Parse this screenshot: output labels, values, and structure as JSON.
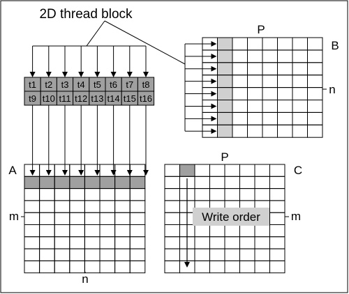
{
  "diagram": {
    "title": "2D thread block",
    "threads_row1": [
      "t1",
      "t2",
      "t3",
      "t4",
      "t5",
      "t6",
      "t7",
      "t8"
    ],
    "threads_row2": [
      "t9",
      "t10",
      "t11",
      "t12",
      "t13",
      "t14",
      "t15",
      "t16"
    ],
    "matrix_a": {
      "badge": "A",
      "side_label": "m",
      "bottom_label": "n"
    },
    "matrix_b": {
      "badge": "B",
      "top_label": "P",
      "side_label": "n"
    },
    "matrix_c": {
      "badge": "C",
      "top_label": "P",
      "side_label": "m",
      "write_order": "Write order"
    },
    "colors": {
      "thread_cell": "#a0a0a0",
      "highlight": "#a0a0a0",
      "highlight_light": "#d0d0d0",
      "grid": "#000000"
    }
  }
}
